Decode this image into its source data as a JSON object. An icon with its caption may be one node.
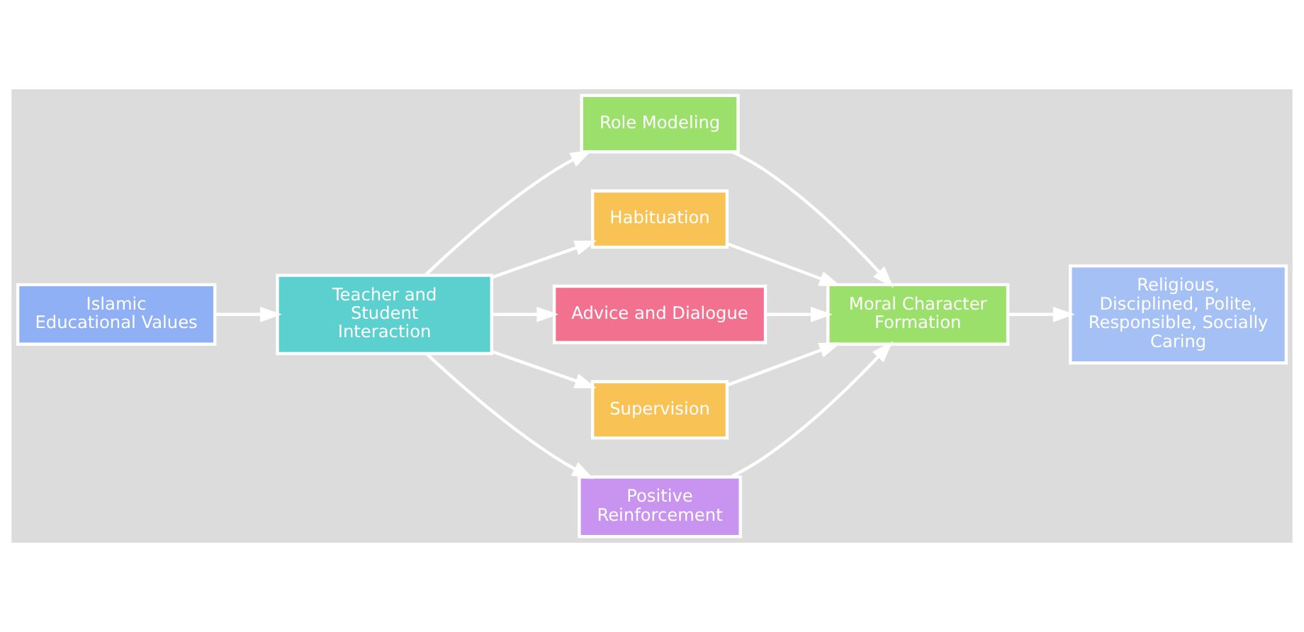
{
  "diagram": {
    "nodes": [
      {
        "text": [
          "Islamic Educational Values"
        ]
      },
      {
        "text": [
          "Teacher and Student Interaction"
        ]
      },
      {
        "text": [
          "Role Modeling"
        ]
      },
      {
        "text": [
          "Habituation"
        ]
      },
      {
        "text": [
          "Advice and Dialogue"
        ]
      },
      {
        "text": [
          "Supervision"
        ]
      },
      {
        "text": [
          "Positive Reinforcement"
        ]
      },
      {
        "text": [
          "Moral Character Formation"
        ]
      },
      {
        "text": [
          "Religious, Disciplined, Polite, Responsible, Socially Caring"
        ]
      }
    ],
    "edges": [
      {
        "from": 0,
        "to": 1,
        "arrow": "to"
      },
      {
        "from": 1,
        "to": 2,
        "arrow": "to"
      },
      {
        "from": 1,
        "to": 3,
        "arrow": "to"
      },
      {
        "from": 1,
        "to": 4,
        "arrow": "to"
      },
      {
        "from": 1,
        "to": 5,
        "arrow": "to"
      },
      {
        "from": 1,
        "to": 6,
        "arrow": "to"
      },
      {
        "from": 2,
        "to": 7,
        "arrow": "to"
      },
      {
        "from": 3,
        "to": 7,
        "arrow": "to"
      },
      {
        "from": 4,
        "to": 7,
        "arrow": "to"
      },
      {
        "from": 5,
        "to": 7,
        "arrow": "to"
      },
      {
        "from": 6,
        "to": 7,
        "arrow": "to"
      },
      {
        "from": 7,
        "to": 8,
        "arrow": "to"
      }
    ]
  }
}
